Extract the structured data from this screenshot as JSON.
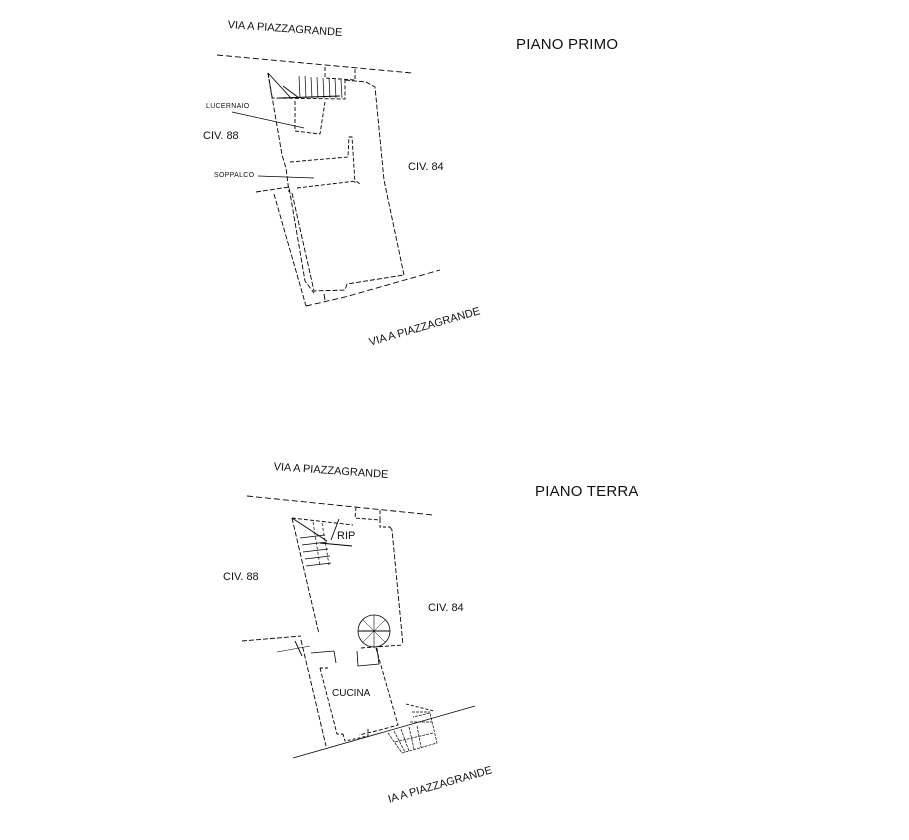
{
  "plans": [
    {
      "title": "PIANO PRIMO",
      "street_top": "VIA A PIAZZAGRANDE",
      "street_bottom": "VIA A PIAZZAGRANDE",
      "left_neighbor": "CIV. 88",
      "right_neighbor": "CIV. 84",
      "annotations": [
        "LUCERNAIO",
        "SOPPALCO"
      ]
    },
    {
      "title": "PIANO TERRA",
      "street_top": "VIA A PIAZZAGRANDE",
      "street_bottom": "IA A PIAZZAGRANDE",
      "left_neighbor": "CIV. 88",
      "right_neighbor": "CIV. 84",
      "rooms": [
        "RIP",
        "CUCINA"
      ]
    }
  ],
  "colors": {
    "background": "#ffffff",
    "lines": "#000000"
  }
}
